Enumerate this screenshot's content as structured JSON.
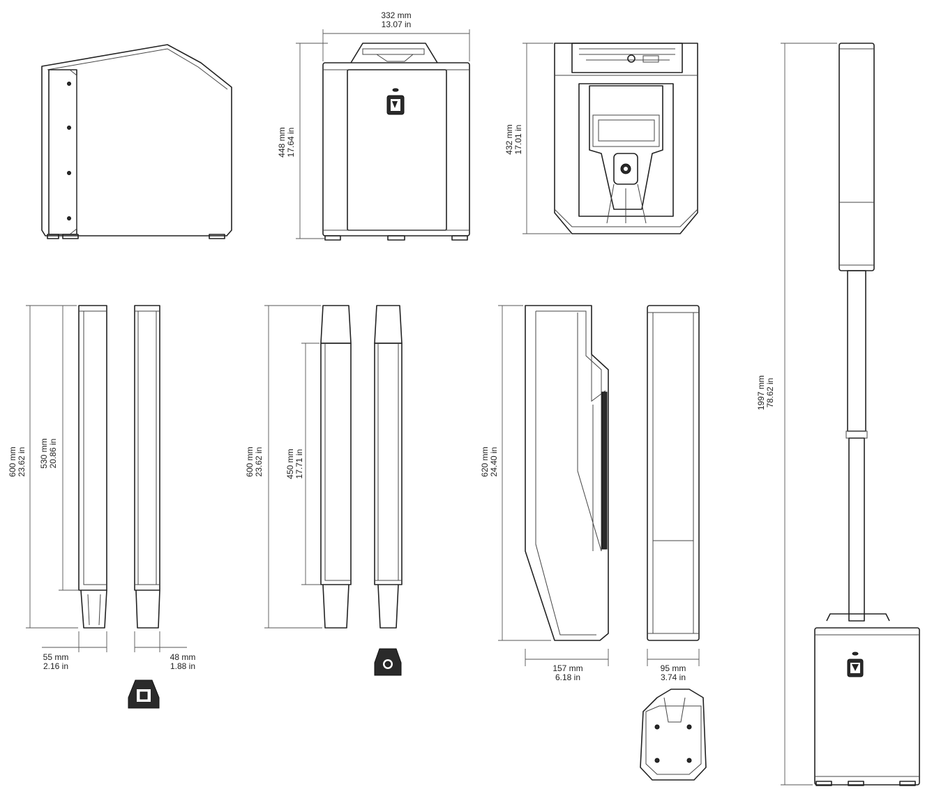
{
  "dimensions": {
    "top_front_width": [
      "332 mm",
      "13.07 in"
    ],
    "top_front_height": [
      "448 mm",
      "17.64 in"
    ],
    "top_back_height": [
      "432 mm",
      "17.01 in"
    ],
    "column_total_height": [
      "1997 mm",
      "78.62 in"
    ],
    "col1_height": [
      "600 mm",
      "23.62 in"
    ],
    "col1_inner_height": [
      "530 mm",
      "20.86 in"
    ],
    "col1_width": [
      "55 mm",
      "2.16 in"
    ],
    "col1_depth": [
      "48 mm",
      "1.88 in"
    ],
    "col2_height": [
      "600 mm",
      "23.62 in"
    ],
    "col2_inner_height": [
      "450 mm",
      "17.71 in"
    ],
    "array_height": [
      "620 mm",
      "24.40 in"
    ],
    "array_depth": [
      "157 mm",
      "6.18 in"
    ],
    "array_width": [
      "95 mm",
      "3.74 in"
    ]
  }
}
